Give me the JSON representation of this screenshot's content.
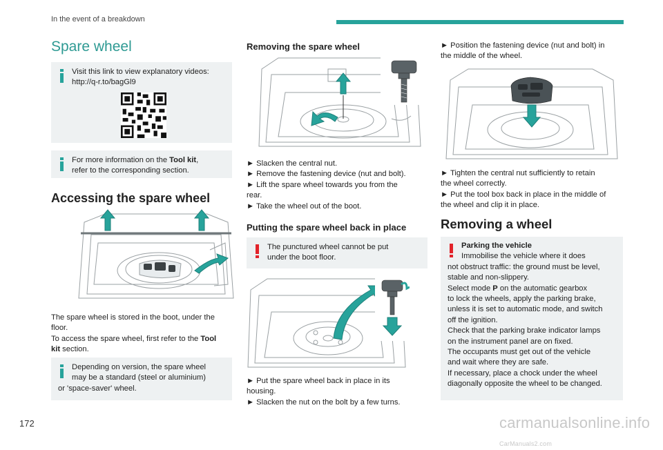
{
  "header": {
    "section": "In the event of a breakdown",
    "accent_color": "#27a39b"
  },
  "page_number": "172",
  "watermark": {
    "main": "carmanualsonline.info",
    "small": "CarManuals2.com"
  },
  "col1": {
    "title": "Spare wheel",
    "note_videos": {
      "text": "Visit this link to view explanatory videos:",
      "link": "http://q-r.to/bagGl9"
    },
    "note_toolkit": {
      "pre": "For more information on the ",
      "bold": "Tool kit",
      "post": ",",
      "line2": "refer to the corresponding section."
    },
    "access_heading": "Accessing the spare wheel",
    "p1": "The spare wheel is stored in the boot, under the",
    "p2": "floor.",
    "p3_pre": "To access the spare wheel, first refer to the ",
    "p3_bold": "Tool",
    "p4_bold": "kit",
    "p4_post": " section.",
    "note_version": {
      "l1": "Depending on version, the spare wheel",
      "l2": "may be a standard (steel or aluminium)",
      "l3": "or 'space-saver' wheel."
    }
  },
  "col2": {
    "remove_heading": "Removing the spare wheel",
    "steps": [
      "► Slacken the central nut.",
      "► Remove the fastening device (nut and bolt).",
      "► Lift the spare wheel towards you from the",
      "rear.",
      "► Take the wheel out of the boot."
    ],
    "putback_heading": "Putting the spare wheel back in place",
    "warn": {
      "l1": "The punctured wheel cannot be put",
      "l2": "under the boot floor."
    },
    "steps2": [
      "► Put the spare wheel back in place in its",
      "housing.",
      "► Slacken the nut on the bolt by a few turns."
    ]
  },
  "col3": {
    "steps_top": [
      "► Position the fastening device (nut and bolt) in",
      "the middle of the wheel."
    ],
    "steps_mid": [
      "► Tighten the central nut sufficiently to retain",
      "the wheel correctly.",
      "► Put the tool box back in place in the middle of",
      "the wheel and clip it in place."
    ],
    "remove_wheel_heading": "Removing a wheel",
    "warn": {
      "title": "Parking the vehicle",
      "lines": [
        "Immobilise the vehicle where it does",
        "not obstruct traffic: the ground must be level,",
        "stable and non-slippery."
      ],
      "mode_pre": "Select mode ",
      "mode_bold": "P",
      "mode_post": " on the automatic gearbox",
      "lines2": [
        "to lock the wheels, apply the parking brake,",
        "unless it is set to automatic mode, and switch",
        "off the ignition.",
        "Check that the parking brake indicator lamps",
        "on the instrument panel are on fixed.",
        "The occupants must get out of the vehicle",
        "and wait where they are safe.",
        "If necessary, place a chock under the wheel",
        "diagonally opposite the wheel to be changed."
      ]
    }
  }
}
